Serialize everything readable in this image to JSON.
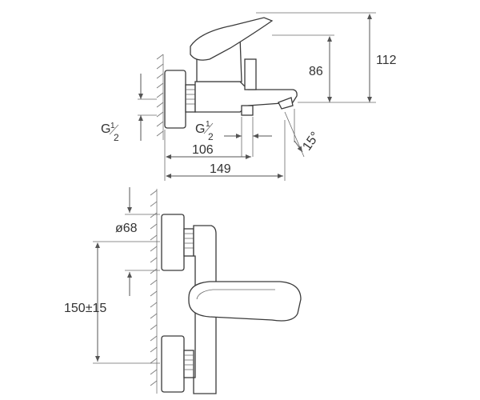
{
  "drawing": {
    "colors": {
      "line": "#555555",
      "text": "#333333",
      "background": "#ffffff"
    },
    "dimensions": {
      "height_total": "112",
      "height_spout": "86",
      "thread_left": "G½",
      "thread_left_num": "1",
      "thread_left_den": "2",
      "thread_right_num": "1",
      "thread_right_den": "2",
      "thread_letter": "G",
      "depth_short": "106",
      "depth_total": "149",
      "angle": "15°",
      "diameter": "ø68",
      "spacing": "150±15"
    }
  }
}
